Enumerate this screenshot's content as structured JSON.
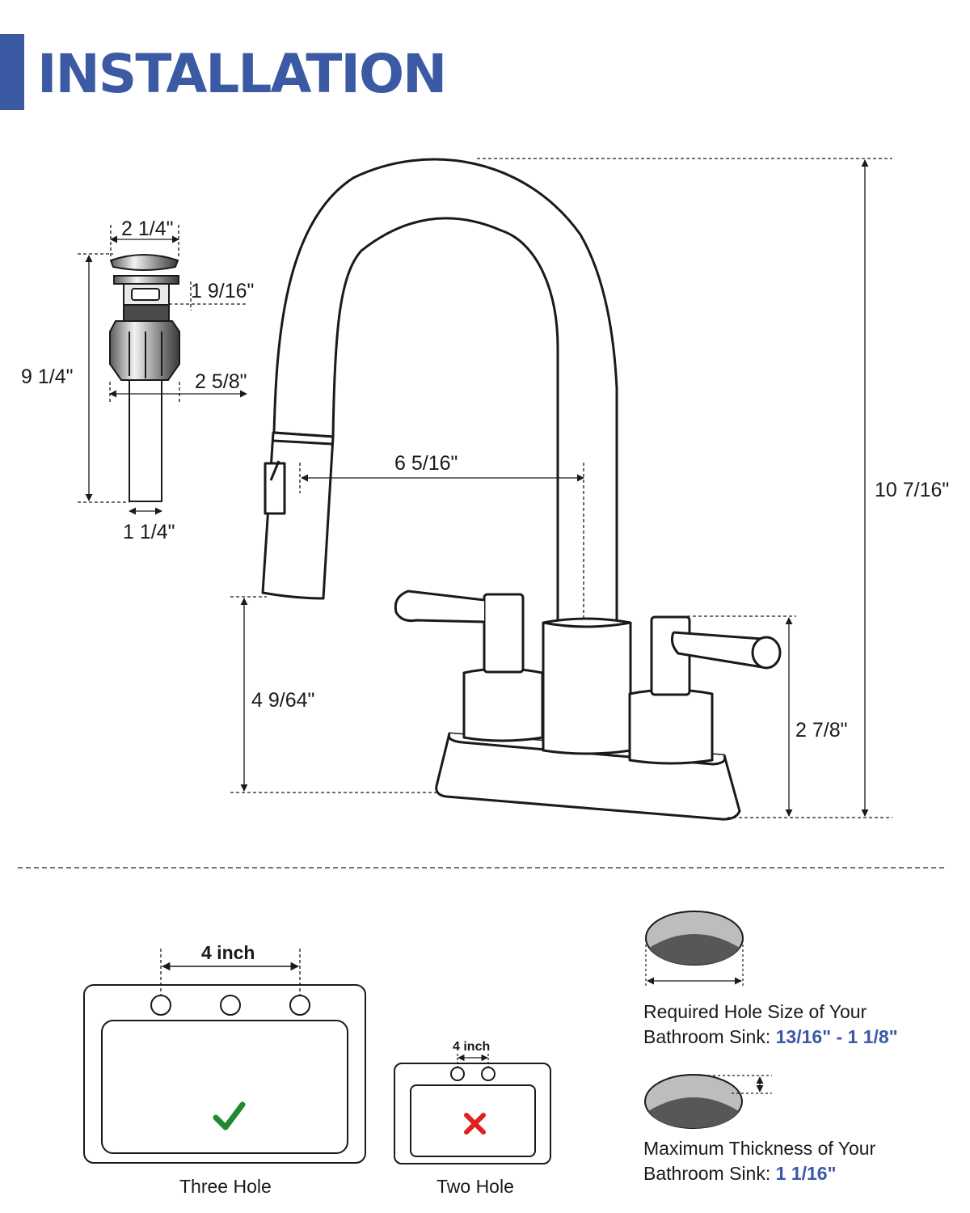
{
  "page": {
    "title": "INSTALLATION",
    "accent_color": "#3b5aa3"
  },
  "drain": {
    "top_width": "2 1/4\"",
    "height": "9 1/4\"",
    "body_width": "1 9/16\"",
    "flange_width": "2 5/8\"",
    "tail_width": "1 1/4\""
  },
  "faucet": {
    "total_height": "10 7/16\"",
    "spout_reach": "6 5/16\"",
    "spout_clearance": "4 9/64\"",
    "handle_height": "2 7/8\""
  },
  "sinks": {
    "three_hole": {
      "spacing_label": "4 inch",
      "caption": "Three Hole",
      "verdict_icon": "check-icon",
      "verdict_color": "#1f8a2e"
    },
    "two_hole": {
      "spacing_label": "4 inch",
      "caption": "Two Hole",
      "verdict_icon": "cross-icon",
      "verdict_color": "#e0211d"
    }
  },
  "hole_size": {
    "line1": "Required Hole Size of Your",
    "line2_prefix": "Bathroom Sink: ",
    "value": "13/16\" - 1 1/8\""
  },
  "thickness": {
    "line1": "Maximum Thickness of Your",
    "line2_prefix": "Bathroom Sink: ",
    "value": "1 1/16\""
  }
}
